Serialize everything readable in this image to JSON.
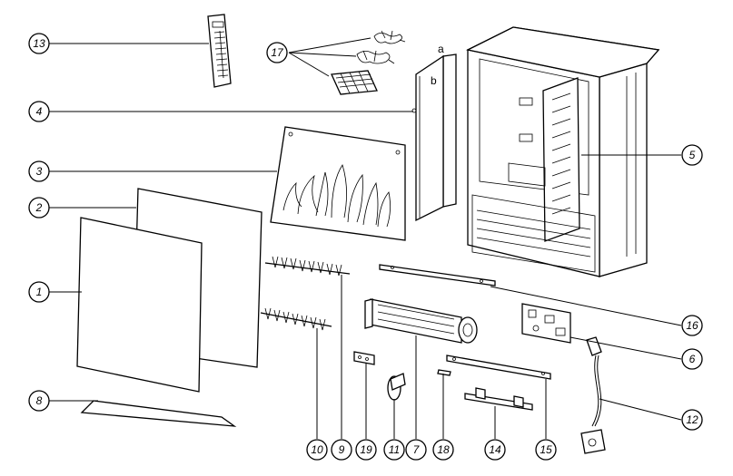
{
  "diagram": {
    "letters": {
      "a": "a",
      "b": "b"
    },
    "callouts": [
      {
        "id": "c13",
        "label": "13"
      },
      {
        "id": "c17",
        "label": "17"
      },
      {
        "id": "c4",
        "label": "4"
      },
      {
        "id": "c3",
        "label": "3"
      },
      {
        "id": "c2",
        "label": "2"
      },
      {
        "id": "c1",
        "label": "1"
      },
      {
        "id": "c8",
        "label": "8"
      },
      {
        "id": "c5",
        "label": "5"
      },
      {
        "id": "c16",
        "label": "16"
      },
      {
        "id": "c6",
        "label": "6"
      },
      {
        "id": "c12",
        "label": "12"
      },
      {
        "id": "c10",
        "label": "10"
      },
      {
        "id": "c9",
        "label": "9"
      },
      {
        "id": "c19",
        "label": "19"
      },
      {
        "id": "c11",
        "label": "11"
      },
      {
        "id": "c7",
        "label": "7"
      },
      {
        "id": "c18",
        "label": "18"
      },
      {
        "id": "c14",
        "label": "14"
      },
      {
        "id": "c15",
        "label": "15"
      }
    ]
  }
}
